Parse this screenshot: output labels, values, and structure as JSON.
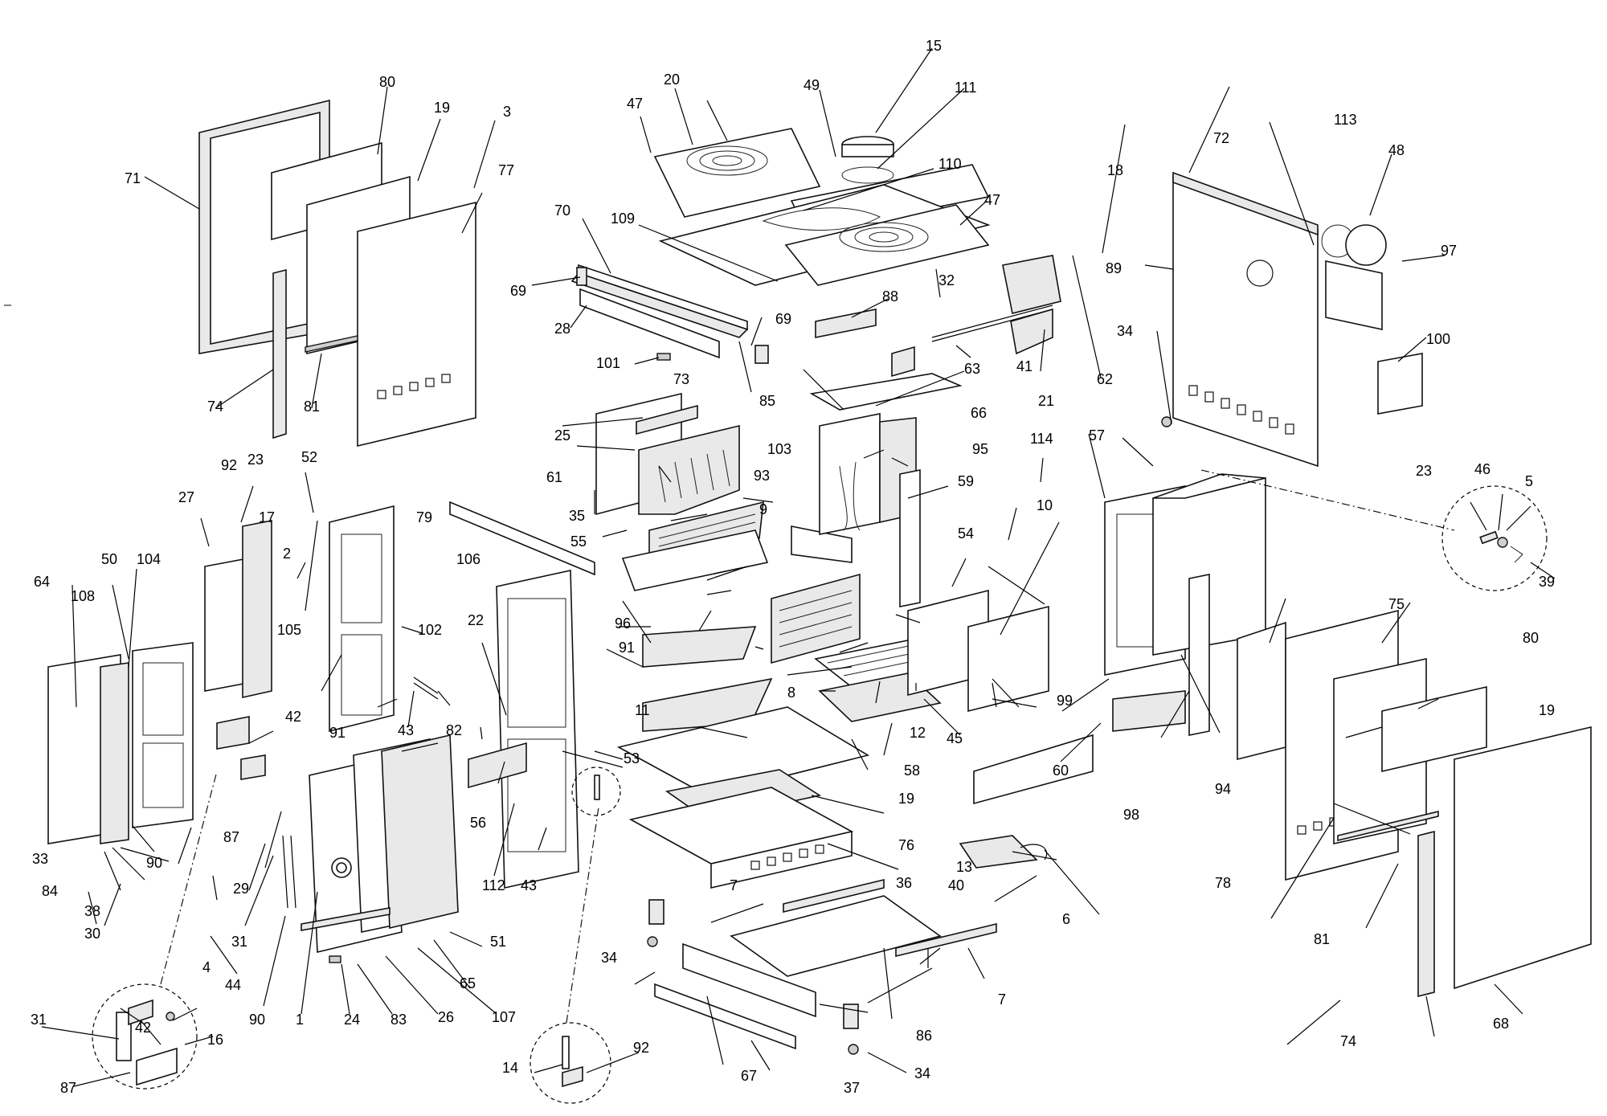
{
  "diagram": {
    "labels": [
      "1",
      "2",
      "3",
      "4",
      "5",
      "6",
      "7",
      "8",
      "9",
      "10",
      "11",
      "12",
      "13",
      "14",
      "15",
      "16",
      "17",
      "18",
      "19",
      "20",
      "21",
      "22",
      "23",
      "24",
      "25",
      "26",
      "27",
      "28",
      "29",
      "30",
      "31",
      "32",
      "33",
      "34",
      "35",
      "36",
      "37",
      "38",
      "39",
      "40",
      "41",
      "42",
      "43",
      "44",
      "45",
      "46",
      "47",
      "48",
      "49",
      "50",
      "51",
      "52",
      "53",
      "54",
      "55",
      "56",
      "57",
      "58",
      "59",
      "60",
      "61",
      "62",
      "63",
      "64",
      "65",
      "66",
      "67",
      "68",
      "69",
      "70",
      "71",
      "72",
      "73",
      "74",
      "75",
      "76",
      "77",
      "78",
      "79",
      "80",
      "81",
      "82",
      "83",
      "84",
      "85",
      "86",
      "87",
      "88",
      "89",
      "90",
      "91",
      "92",
      "93",
      "94",
      "95",
      "96",
      "97",
      "98",
      "99",
      "100",
      "101",
      "102",
      "103",
      "104",
      "105",
      "106",
      "107",
      "108",
      "109",
      "110",
      "111",
      "112",
      "113",
      "114"
    ]
  }
}
